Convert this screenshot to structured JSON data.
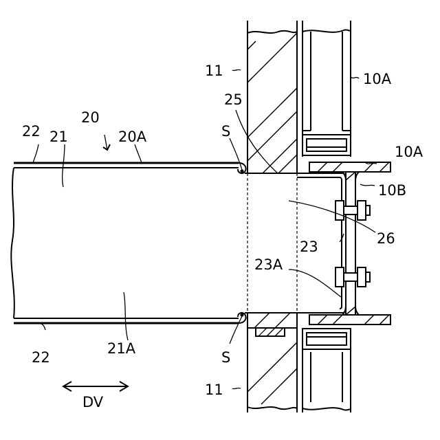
{
  "labels": {
    "20": "20",
    "20A": "20A",
    "21": "21",
    "21A": "21A",
    "22_top": "22",
    "22_bottom": "22",
    "25": "25",
    "S_top": "S",
    "S_bottom": "S",
    "11_top": "11",
    "11_bottom": "11",
    "10A_upper": "10A",
    "10A_right": "10A",
    "10B": "10B",
    "26": "26",
    "23": "23",
    "23A": "23A",
    "DV": "DV"
  }
}
